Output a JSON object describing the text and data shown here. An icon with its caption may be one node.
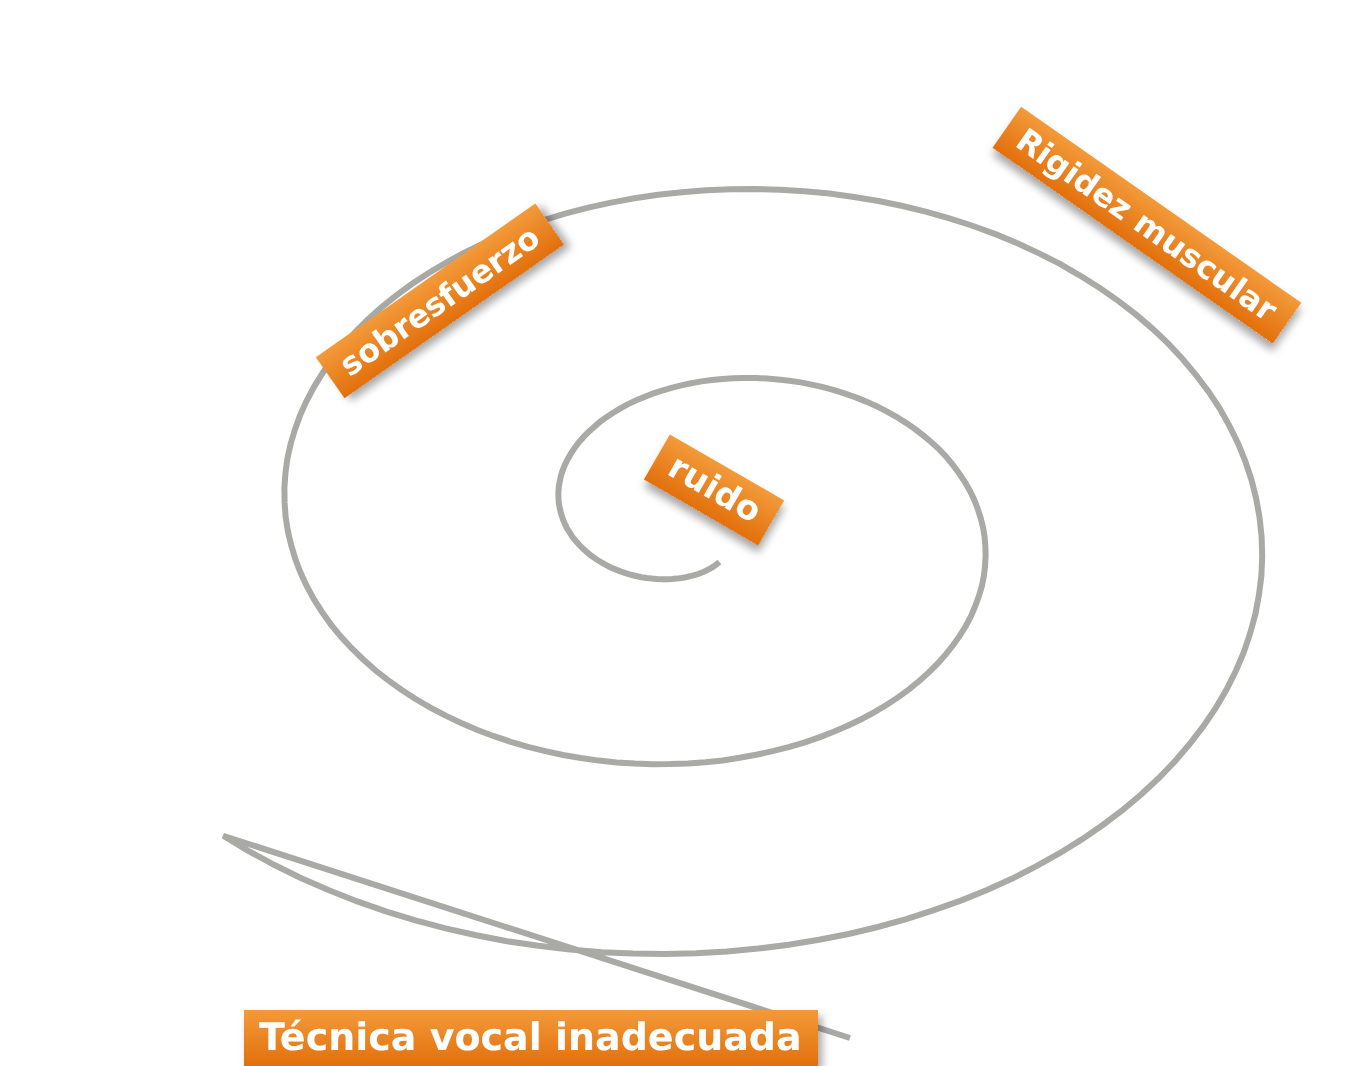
{
  "diagram": {
    "nodes": [
      {
        "text": [
          "ruido"
        ]
      },
      {
        "text": [
          "sobresfuerzo"
        ]
      },
      {
        "text": [
          "Rigidez muscular"
        ]
      },
      {
        "text": [
          "Técnica vocal inadecuada"
        ]
      }
    ]
  }
}
